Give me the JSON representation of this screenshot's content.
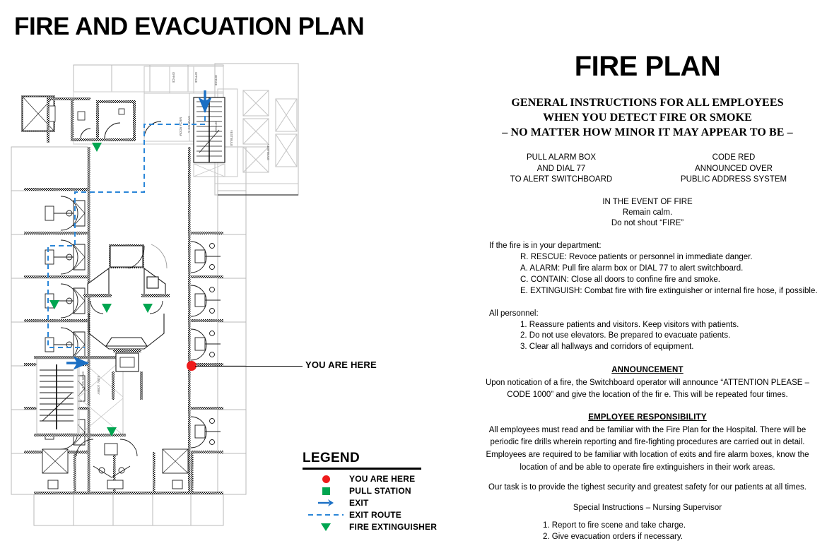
{
  "document": {
    "main_title": "FIRE AND EVACUATION PLAN"
  },
  "colors": {
    "you_are_here": "#ee1b1b",
    "pull_station": "#00a550",
    "fire_extinguisher": "#00a550",
    "exit_arrow": "#1a6fc4",
    "exit_route": "#2a86d8",
    "wall": "#1a1a1a",
    "outline": "#b9b9b9"
  },
  "callout": {
    "label": "YOU ARE HERE"
  },
  "legend": {
    "title": "LEGEND",
    "items": [
      {
        "symbol": "red-circle",
        "label": "YOU ARE HERE"
      },
      {
        "symbol": "green-square",
        "label": "PULL STATION"
      },
      {
        "symbol": "blue-arrow",
        "label": "EXIT"
      },
      {
        "symbol": "blue-dashed-line",
        "label": "EXIT ROUTE"
      },
      {
        "symbol": "green-triangle",
        "label": "FIRE EXTINGUISHER"
      }
    ]
  },
  "floorplan": {
    "room_labels": [
      "MECH ROOM",
      "OFFICE",
      "OFFICE",
      "OFFICE",
      "OFFICE",
      "VESTIBULE",
      "VESTIBULE",
      "STAIR NO. 1",
      "STAIR NO. 2",
      "ELEV. LOBBY"
    ],
    "markers": {
      "you_are_here_count": 1,
      "fire_extinguisher_count": 5,
      "exit_arrow_count": 2
    }
  },
  "panel": {
    "title": "FIRE PLAN",
    "heading_lines": [
      "GENERAL INSTRUCTIONS FOR ALL EMPLOYEES",
      "WHEN YOU DETECT FIRE OR SMOKE",
      "– NO MATTER HOW MINOR IT MAY APPEAR TO BE –"
    ],
    "columns": {
      "left": [
        "PULL ALARM BOX",
        "AND DIAL 77",
        "TO ALERT SWITCHBOARD"
      ],
      "right": [
        "CODE RED",
        "ANNOUNCED OVER",
        "PUBLIC ADDRESS SYSTEM"
      ]
    },
    "event_of_fire": [
      "IN THE EVENT OF FIRE",
      "Remain calm.",
      "Do not shout “FIRE”"
    ],
    "race": {
      "intro": "If the fire is in your department:",
      "items": [
        "R. RESCUE: Revoce patients or personnel in immediate danger.",
        "A. ALARM: Pull fire alarm box or DIAL 77 to alert switchboard.",
        "C. CONTAIN: Close all doors to confine fire and smoke.",
        "E. EXTINGUISH: Combat fire with fire extinguisher or internal fire hose, if possible."
      ]
    },
    "personnel": {
      "intro": "All personnel:",
      "items": [
        "1. Reassure patients and visitors. Keep visitors with patients.",
        "2. Do not use elevators. Be prepared to evacuate patients.",
        "3. Clear all hallways and corridors of equipment."
      ]
    },
    "announcement": {
      "heading": "ANNOUNCEMENT",
      "line1": "Upon notication of a fire, the Switchboard operator will announce “ATTENTION PLEASE –",
      "line2": "CODE 1000” and give the location of the fir      e. This will be repeated four times."
    },
    "responsibility": {
      "heading": "EMPLOYEE RESPONSIBILITY",
      "line1": "All employees must read and be familiar with the Fire Plan for the Hospital. There will be",
      "line2": "periodic fire drills wherein reporting and fire-fighting procedures are carried out in detail.",
      "line3": "Employees are required to be familiar with location of exits and fire alarm boxes, know the",
      "line4": "location of and be able to operate fire extinguishers in their work areas."
    },
    "task_statement": "Our task is to provide the tighest security and greatest safety for our patients at all times.",
    "special": {
      "heading": "Special Instructions – Nursing Supervisor",
      "items": [
        "1. Report to fire scene and take charge.",
        "2. Give evacuation orders if necessary."
      ]
    }
  }
}
